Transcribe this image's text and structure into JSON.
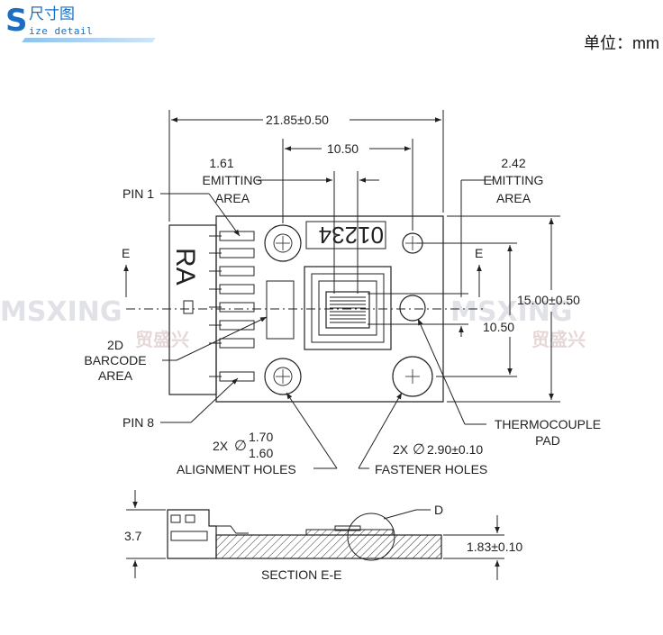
{
  "header": {
    "logo_letter": "S",
    "logo_cn": "尺寸图",
    "logo_en": "ize detail",
    "unit_label": "单位：mm"
  },
  "watermark": {
    "brand": "MSXING",
    "brand_cn": "贸盛兴"
  },
  "top_view": {
    "width_dim": "21.85±0.50",
    "inner_width_dim": "10.50",
    "emit_left_value": "1.61",
    "emit_left_line1": "EMITTING",
    "emit_left_line2": "AREA",
    "emit_right_value": "2.42",
    "emit_right_line1": "EMITTING",
    "emit_right_line2": "AREA",
    "height_dim": "15.00±0.50",
    "inner_height_dim": "10.50",
    "pin1_label": "PIN 1",
    "pin8_label": "PIN 8",
    "section_mark_left": "E",
    "section_mark_right": "E",
    "barcode_line1": "2D",
    "barcode_line2": "BARCODE",
    "barcode_line3": "AREA",
    "part_number": "01234",
    "connector_text": "RA",
    "thermo_line1": "THERMOCOUPLE",
    "thermo_line2": "PAD",
    "align_prefix": "2X",
    "align_dia_upper": "1.70",
    "align_dia_lower": "1.60",
    "align_label": "ALIGNMENT HOLES",
    "fast_prefix": "2X",
    "fast_dia": "2.90±0.10",
    "fast_label": "FASTENER HOLES"
  },
  "section_view": {
    "height_dim": "3.7",
    "base_dim": "1.83±0.10",
    "detail_label": "D",
    "title": "SECTION E-E"
  },
  "colors": {
    "brand_blue": "#1a6fc4",
    "line": "#222222",
    "watermark": "#c9c9d6"
  }
}
